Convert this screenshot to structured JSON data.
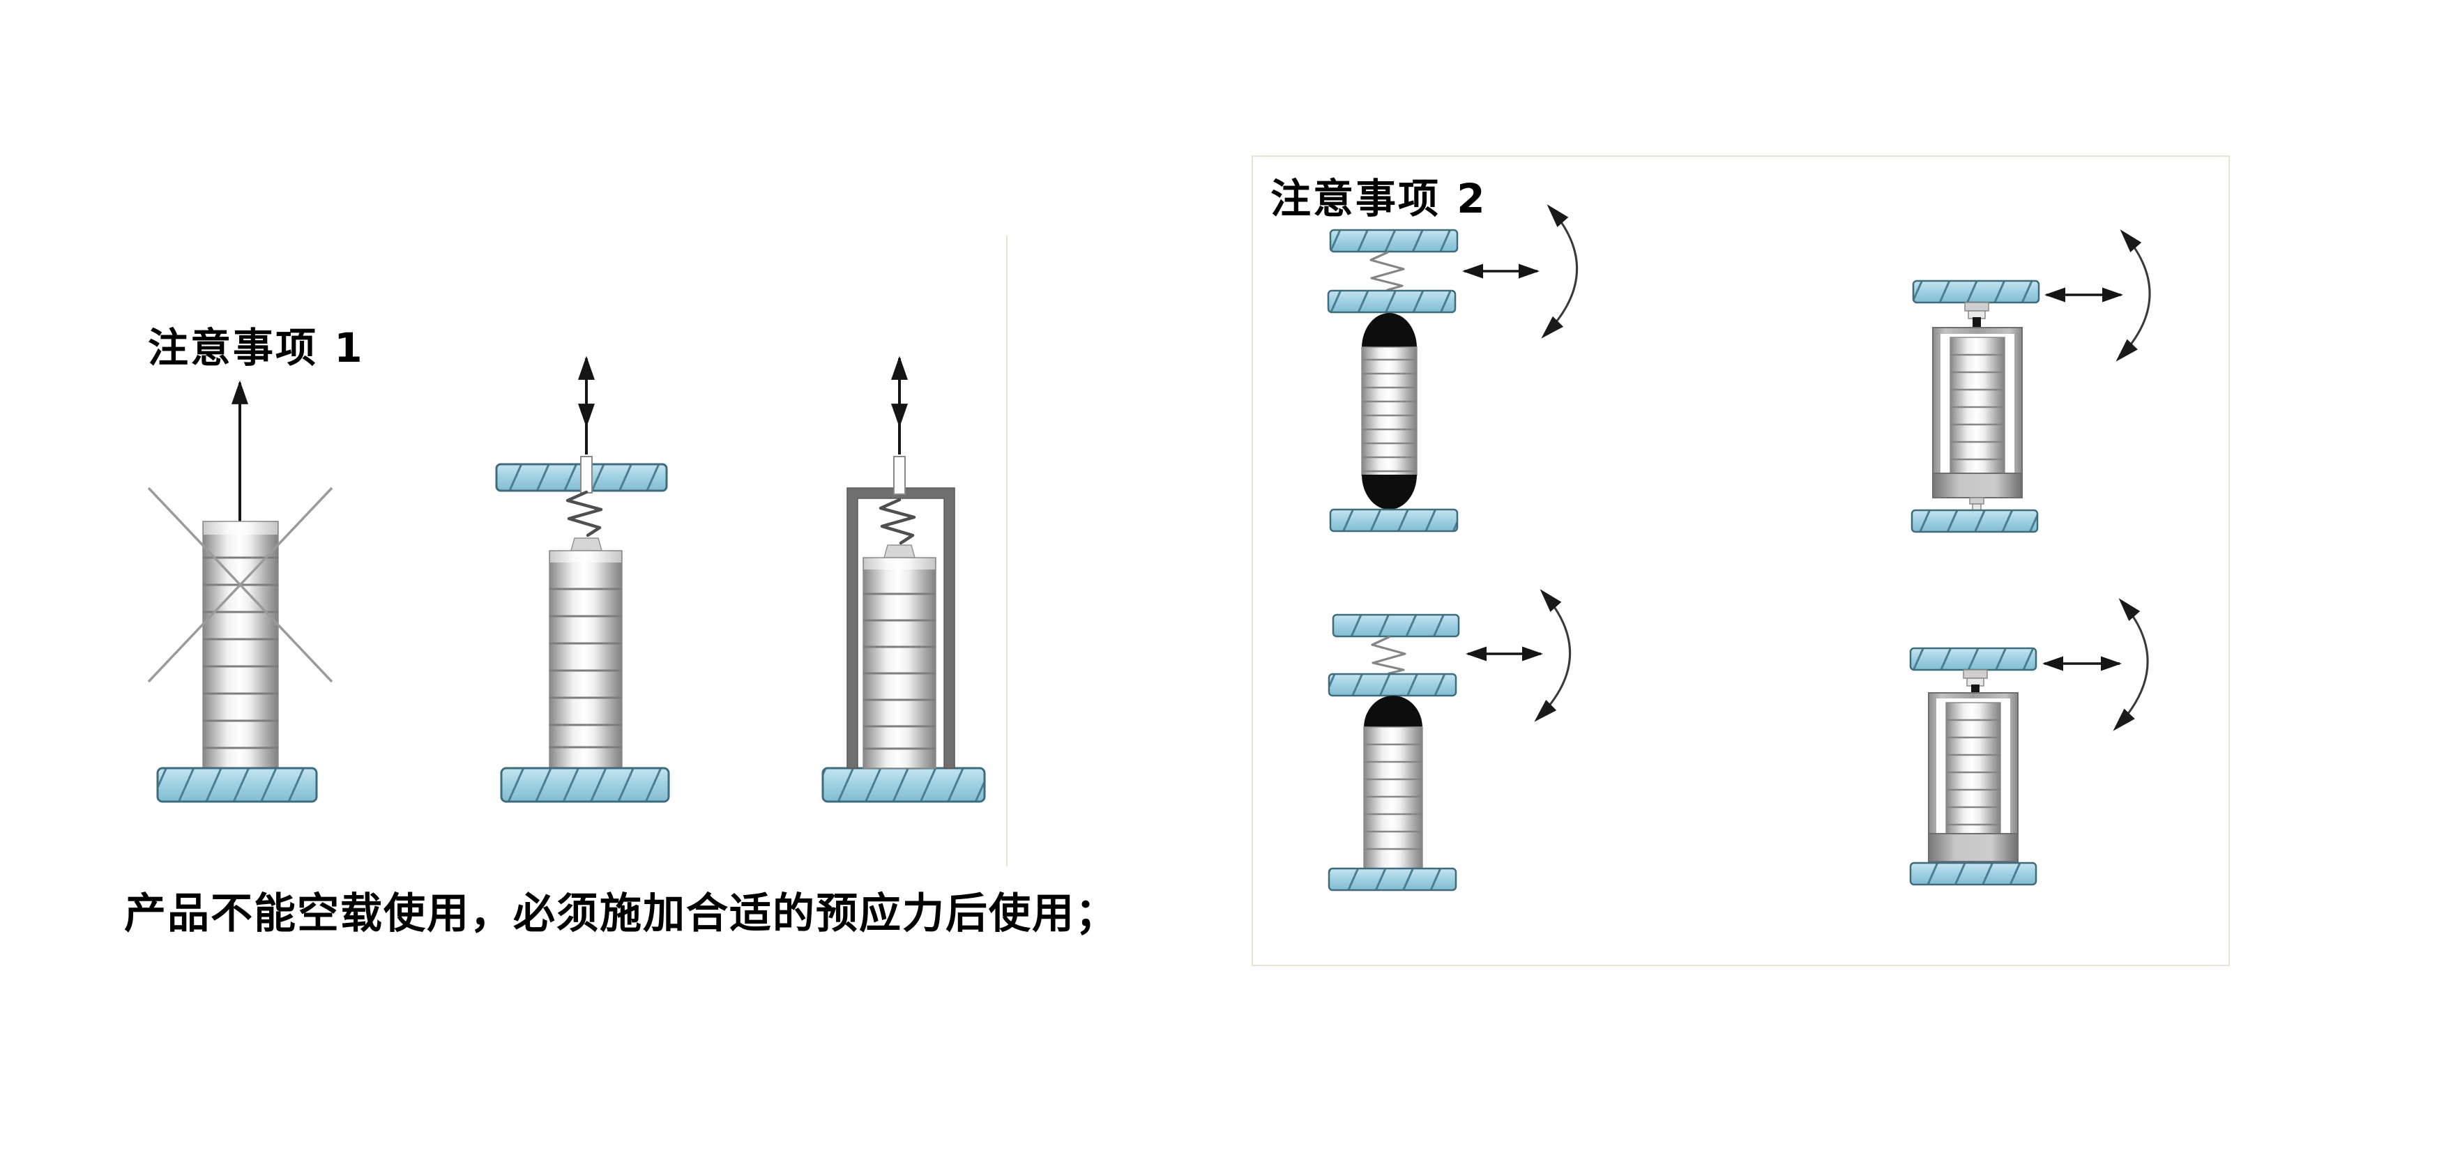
{
  "page": {
    "background": "#ffffff"
  },
  "sections": {
    "note1": {
      "title": "注意事项 1",
      "caption": "产品不能空载使用，必须施加合适的预应力后使用；",
      "figures": [
        {
          "name": "stack-free-load-crossed-out"
        },
        {
          "name": "stack-spring-preload-through-plate"
        },
        {
          "name": "stack-spring-preload-inside-frame"
        }
      ]
    },
    "note2": {
      "title": "注意事项 2",
      "figures": [
        {
          "name": "capsule-ball-ends-between-plates"
        },
        {
          "name": "cased-stack-stud-mounted-both-ends"
        },
        {
          "name": "stack-ball-end-on-base"
        },
        {
          "name": "cased-stack-stud-mounted-top"
        }
      ]
    }
  },
  "colors": {
    "background": "#ffffff",
    "text": "#000000",
    "plate-fill": "#9ed0e1",
    "plate-fill-light": "#c6e4f0",
    "plate-fill-dark": "#82bdd2",
    "plate-hatch": "#4c7d90",
    "plate-outline": "#3f6c7d",
    "metal-dark": "#868686",
    "metal-light": "#ffffff",
    "ring-line": "#7d7d7d",
    "housing-gray": "#a2a2a2",
    "frame-gray": "#6f6f6f",
    "block-gray": "#9b9b9b",
    "spring-dark": "#4f4f4f",
    "spring-light": "#858585",
    "arrow-black": "#151515",
    "arc-stroke": "#3a3a3a",
    "cross-gray": "#9b9b9b",
    "panel-border": "#e9e4d2"
  }
}
